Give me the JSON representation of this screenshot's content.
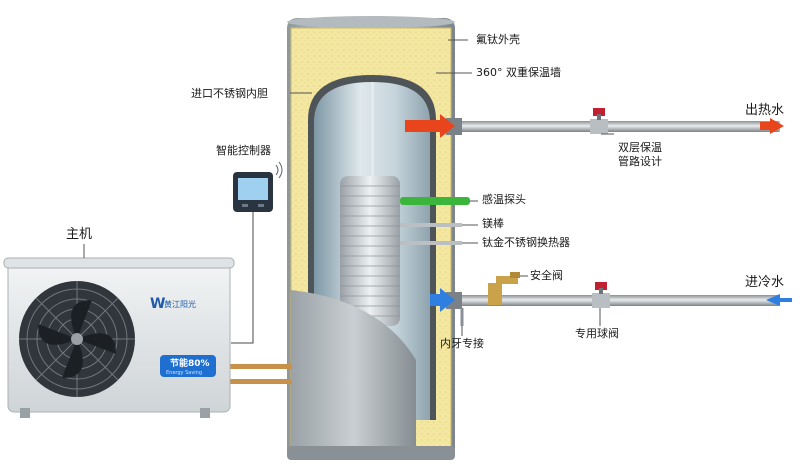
{
  "labels": {
    "shell": "氟钛外壳",
    "insulation": "360° 双重保温墙",
    "inner_tank": "进口不锈钢内胆",
    "controller": "智能控制器",
    "host": "主机",
    "sensor": "感温探头",
    "mg_rod": "镁棒",
    "exchanger": "钛金不锈钢换热器",
    "safety_valve": "安全阀",
    "inner_thread": "内牙专接",
    "ball_valve": "专用球阀",
    "hot_out": "出热水",
    "cold_in": "进冷水",
    "pipe_design_line1": "双层保温",
    "pipe_design_line2": "管路设计"
  },
  "brand": {
    "logo_text": "W",
    "name": "黄江阳光",
    "badge": "节能80%",
    "badge_sub": "Energy Saving"
  },
  "colors": {
    "hot_arrow": "#e8451c",
    "cold_arrow": "#2f7fe0",
    "sensor": "#3cb53c",
    "insulation": "#f3e7a2",
    "valve": "#c02030"
  }
}
